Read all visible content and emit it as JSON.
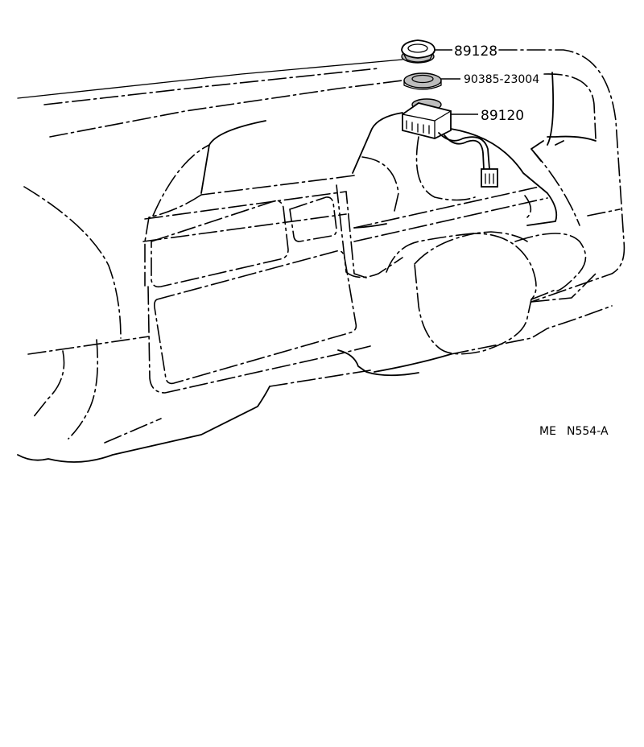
{
  "diagram": {
    "part_labels": {
      "grommet": "89128",
      "nut": "90385-23004",
      "sensor": "89120"
    },
    "figure_code": {
      "prefix": "ME",
      "number": "N554-A"
    }
  }
}
